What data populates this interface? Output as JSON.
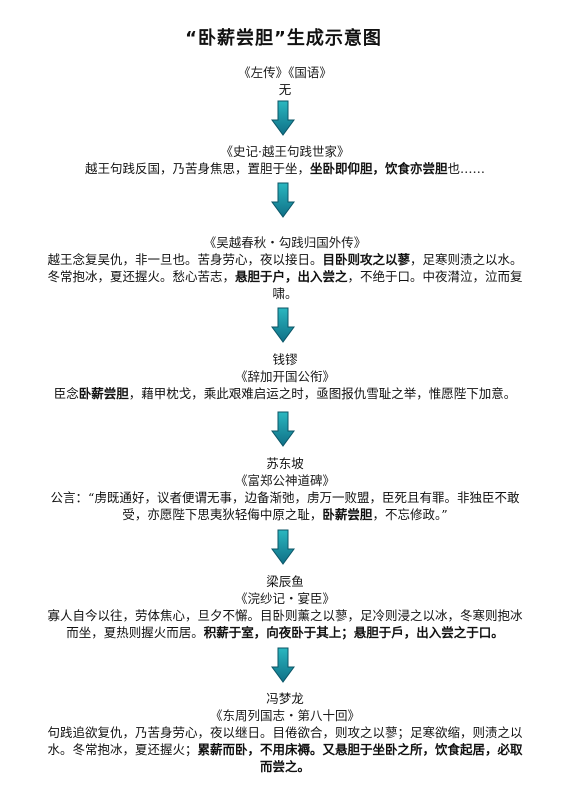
{
  "title": "“卧薪尝胆”生成示意图",
  "colors": {
    "arrow_top": "#2bb7c0",
    "arrow_bottom": "#0f6f86",
    "arrow_edge": "#0b5566"
  },
  "nodes": [
    {
      "source": "《左传》《国语》",
      "lines": [
        [
          {
            "t": "无",
            "b": false
          }
        ]
      ]
    },
    {
      "source": "《史记·越王句践世家》",
      "lines": [
        [
          {
            "t": "越王句践反国，乃苦身焦思，置胆于坐，",
            "b": false
          },
          {
            "t": "坐卧即仰胆，饮食亦尝胆",
            "b": true
          },
          {
            "t": "也……",
            "b": false
          }
        ]
      ]
    },
    {
      "source": "《吴越春秋・勾践归国外传》",
      "lines": [
        [
          {
            "t": "越王念复吴仇，非一旦也。苦身劳心，夜以接日。",
            "b": false
          },
          {
            "t": "目卧则攻之以蓼",
            "b": true
          },
          {
            "t": "，足寒则渍之以水。",
            "b": false
          }
        ],
        [
          {
            "t": "冬常抱冰，夏还握火。愁心苦志，",
            "b": false
          },
          {
            "t": "悬胆于户，出入尝之",
            "b": true
          },
          {
            "t": "，不绝于口。中夜潸泣，泣而复",
            "b": false
          }
        ],
        [
          {
            "t": "啸。",
            "b": false
          }
        ]
      ]
    },
    {
      "author": "钱镠",
      "source": "《辞加开国公衔》",
      "lines": [
        [
          {
            "t": "臣念",
            "b": false
          },
          {
            "t": "卧薪尝胆",
            "b": true
          },
          {
            "t": "，藉甲枕戈，乘此艰难启运之时，亟图报仇雪耻之举，惟愿陛下加意。",
            "b": false
          }
        ]
      ]
    },
    {
      "author": "苏东坡",
      "source": "《富郑公神道碑》",
      "lines": [
        [
          {
            "t": "公言：“虏既通好，议者便谓无事，边备渐弛，虏万一败盟，臣死且有罪。非独臣不敢",
            "b": false
          }
        ],
        [
          {
            "t": "受，亦愿陛下思夷狄轻侮中原之耻，",
            "b": false
          },
          {
            "t": "卧薪尝胆",
            "b": true
          },
          {
            "t": "，不忘修政。”",
            "b": false
          }
        ]
      ]
    },
    {
      "author": "梁辰鱼",
      "source": "《浣纱记・宴臣》",
      "lines": [
        [
          {
            "t": "寡人自今以往，劳体焦心，旦夕不懈。目卧则薰之以蓼，足冷则浸之以冰，冬寒则抱冰",
            "b": false
          }
        ],
        [
          {
            "t": "而坐，夏热则握火而居。",
            "b": false
          },
          {
            "t": "积薪于室，向夜卧于其上；悬胆于戶，出入尝之于口。",
            "b": true
          }
        ]
      ]
    },
    {
      "author": "冯梦龙",
      "source": "《东周列国志・第八十回》",
      "lines": [
        [
          {
            "t": "句践追欲复仇，乃苦身劳心，夜以继日。目倦欲合，则攻之以蓼；足寒欲缩，则渍之以",
            "b": false
          }
        ],
        [
          {
            "t": "水。冬常抱冰，夏还握火；",
            "b": false
          },
          {
            "t": "累薪而卧，不用床褥。又悬胆于坐卧之所，饮食起居，必取",
            "b": true
          }
        ],
        [
          {
            "t": "而尝之。",
            "b": true
          }
        ]
      ]
    }
  ]
}
